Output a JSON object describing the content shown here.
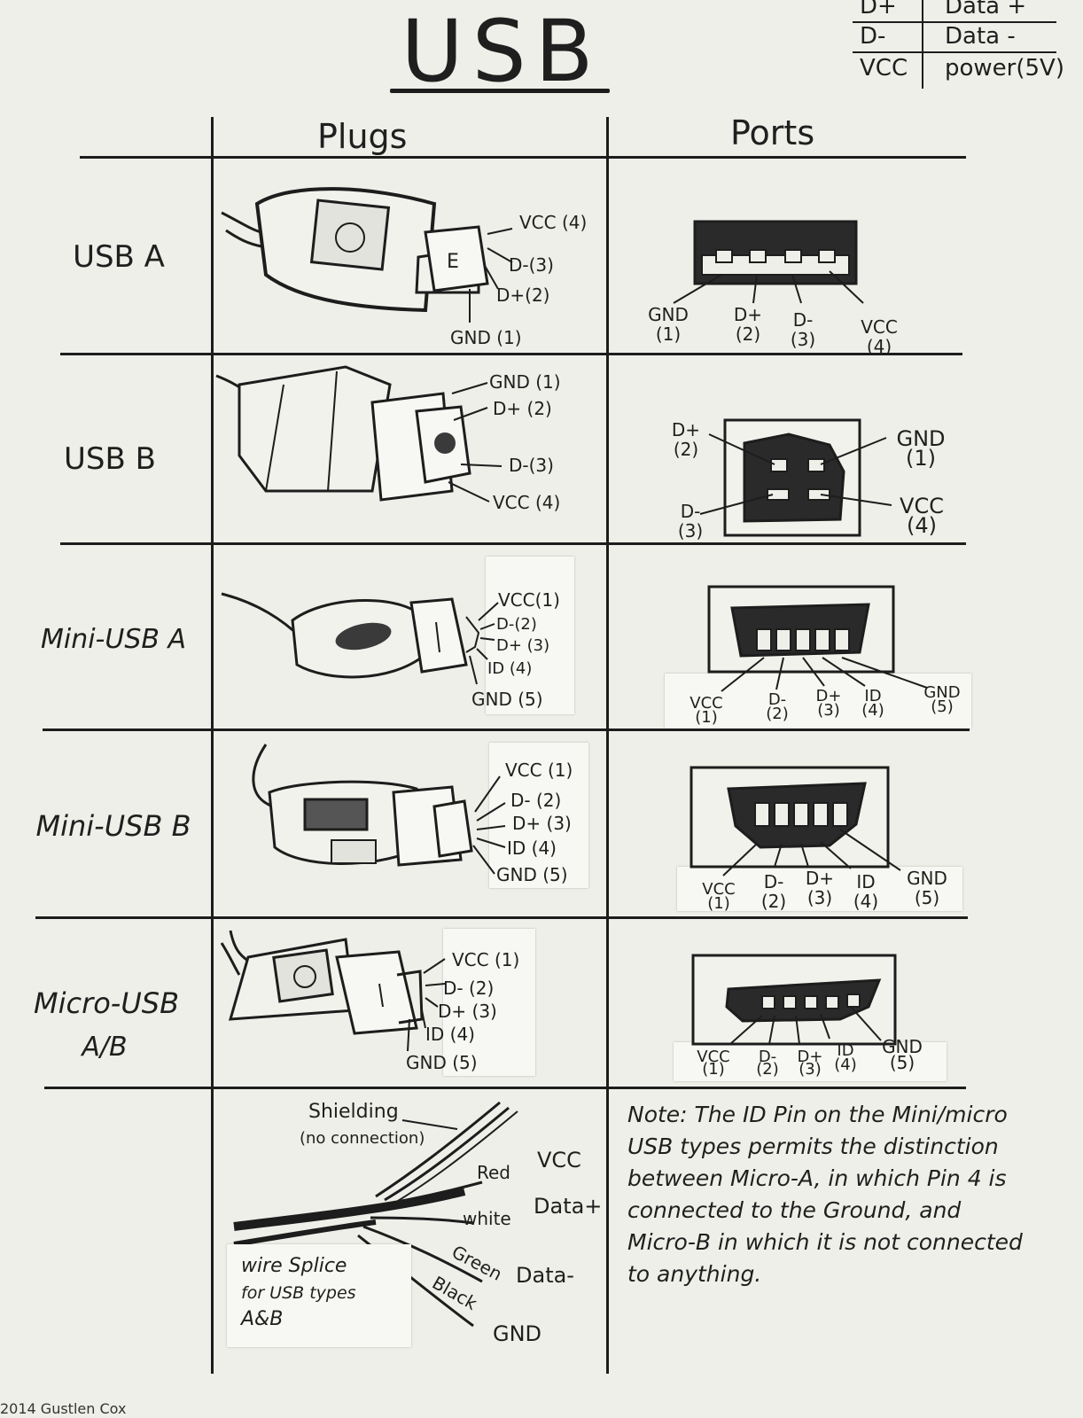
{
  "title": "USB",
  "legend": [
    {
      "signal": "D+",
      "meaning": "Data +"
    },
    {
      "signal": "D-",
      "meaning": "Data -"
    },
    {
      "signal": "VCC",
      "meaning": "power(5V)"
    }
  ],
  "columns": {
    "plugs": "Plugs",
    "ports": "Ports"
  },
  "rows": [
    {
      "label": "USB A",
      "plug_pins": [
        "VCC (4)",
        "D-(3)",
        "D+(2)",
        "GND (1)"
      ],
      "port_pins": [
        {
          "name": "GND",
          "num": "(1)"
        },
        {
          "name": "D+",
          "num": "(2)"
        },
        {
          "name": "D-",
          "num": "(3)"
        },
        {
          "name": "VCC",
          "num": "(4)"
        }
      ]
    },
    {
      "label": "USB B",
      "plug_pins": [
        "GND (1)",
        "D+ (2)",
        "D-(3)",
        "VCC (4)"
      ],
      "port_pins": [
        {
          "name": "D+",
          "num": "(2)"
        },
        {
          "name": "GND",
          "num": "(1)"
        },
        {
          "name": "D-",
          "num": "(3)"
        },
        {
          "name": "VCC",
          "num": "(4)"
        }
      ]
    },
    {
      "label": "Mini-USB A",
      "plug_pins": [
        "VCC(1)",
        "D-(2)",
        "D+ (3)",
        "ID (4)",
        "GND (5)"
      ],
      "port_pins": [
        {
          "name": "VCC",
          "num": "(1)"
        },
        {
          "name": "D-",
          "num": "(2)"
        },
        {
          "name": "D+",
          "num": "(3)"
        },
        {
          "name": "ID",
          "num": "(4)"
        },
        {
          "name": "GND",
          "num": "(5)"
        }
      ]
    },
    {
      "label": "Mini-USB B",
      "plug_pins": [
        "VCC (1)",
        "D- (2)",
        "D+ (3)",
        "ID (4)",
        "GND (5)"
      ],
      "port_pins": [
        {
          "name": "VCC",
          "num": "(1)"
        },
        {
          "name": "D-",
          "num": "(2)"
        },
        {
          "name": "D+",
          "num": "(3)"
        },
        {
          "name": "ID",
          "num": "(4)"
        },
        {
          "name": "GND",
          "num": "(5)"
        }
      ]
    },
    {
      "label": "Micro-USB",
      "label2": "A/B",
      "plug_pins": [
        "VCC (1)",
        "D- (2)",
        "D+ (3)",
        "ID (4)",
        "GND (5)"
      ],
      "port_pins": [
        {
          "name": "VCC",
          "num": "(1)"
        },
        {
          "name": "D-",
          "num": "(2)"
        },
        {
          "name": "D+",
          "num": "(3)"
        },
        {
          "name": "ID",
          "num": "(4)"
        },
        {
          "name": "GND",
          "num": "(5)"
        }
      ]
    }
  ],
  "wire": {
    "shielding": "Shielding",
    "shielding_note": "(no connection)",
    "wires": [
      {
        "color": "Red",
        "signal": "VCC"
      },
      {
        "color": "white",
        "signal": "Data+"
      },
      {
        "color": "Green",
        "signal": "Data-"
      },
      {
        "color": "Black",
        "signal": "GND"
      }
    ],
    "splice_note": [
      "wire Splice",
      "for USB types",
      "A&B"
    ]
  },
  "note": "Note: The ID Pin on the Mini/micro USB types permits the distinction between Micro-A, in which Pin 4 is connected to the Ground, and Micro-B in which it is not connected to anything.",
  "copyright": "2014 Gustlen Cox"
}
